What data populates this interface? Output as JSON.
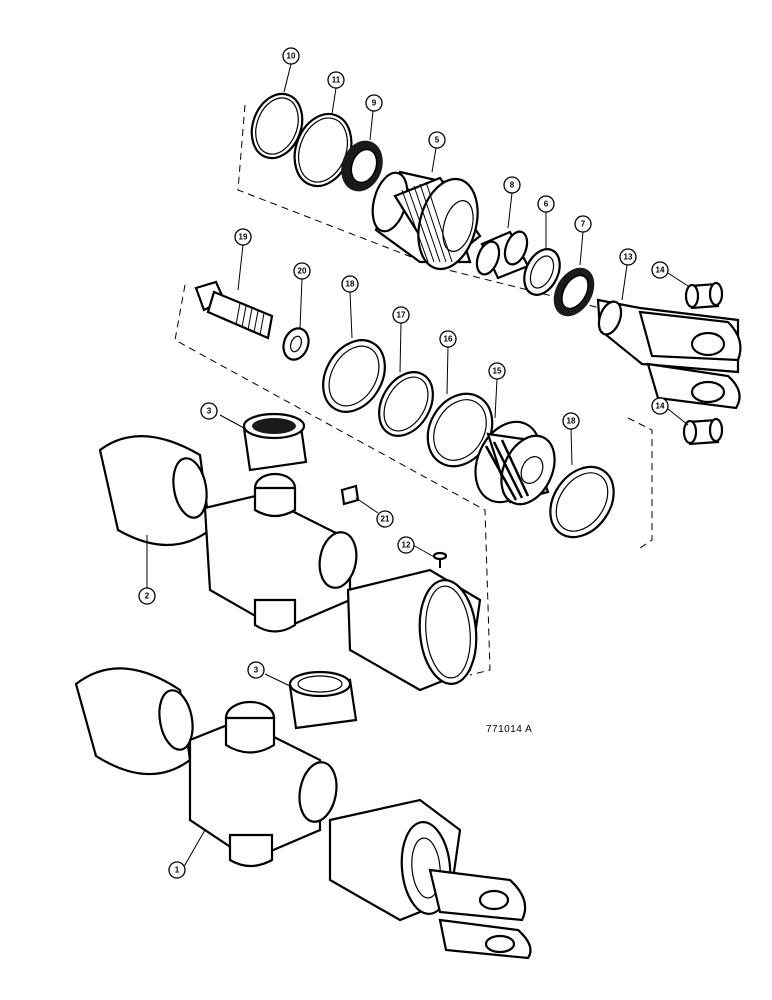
{
  "drawing_id": "771014 A",
  "callouts": [
    {
      "label": "1"
    },
    {
      "label": "2"
    },
    {
      "label": "3"
    },
    {
      "label": "3"
    },
    {
      "label": "5"
    },
    {
      "label": "6"
    },
    {
      "label": "7"
    },
    {
      "label": "8"
    },
    {
      "label": "9"
    },
    {
      "label": "10"
    },
    {
      "label": "11"
    },
    {
      "label": "12"
    },
    {
      "label": "13"
    },
    {
      "label": "14"
    },
    {
      "label": "14"
    },
    {
      "label": "15"
    },
    {
      "label": "16"
    },
    {
      "label": "17"
    },
    {
      "label": "18"
    },
    {
      "label": "18"
    },
    {
      "label": "19"
    },
    {
      "label": "20"
    },
    {
      "label": "21"
    }
  ]
}
